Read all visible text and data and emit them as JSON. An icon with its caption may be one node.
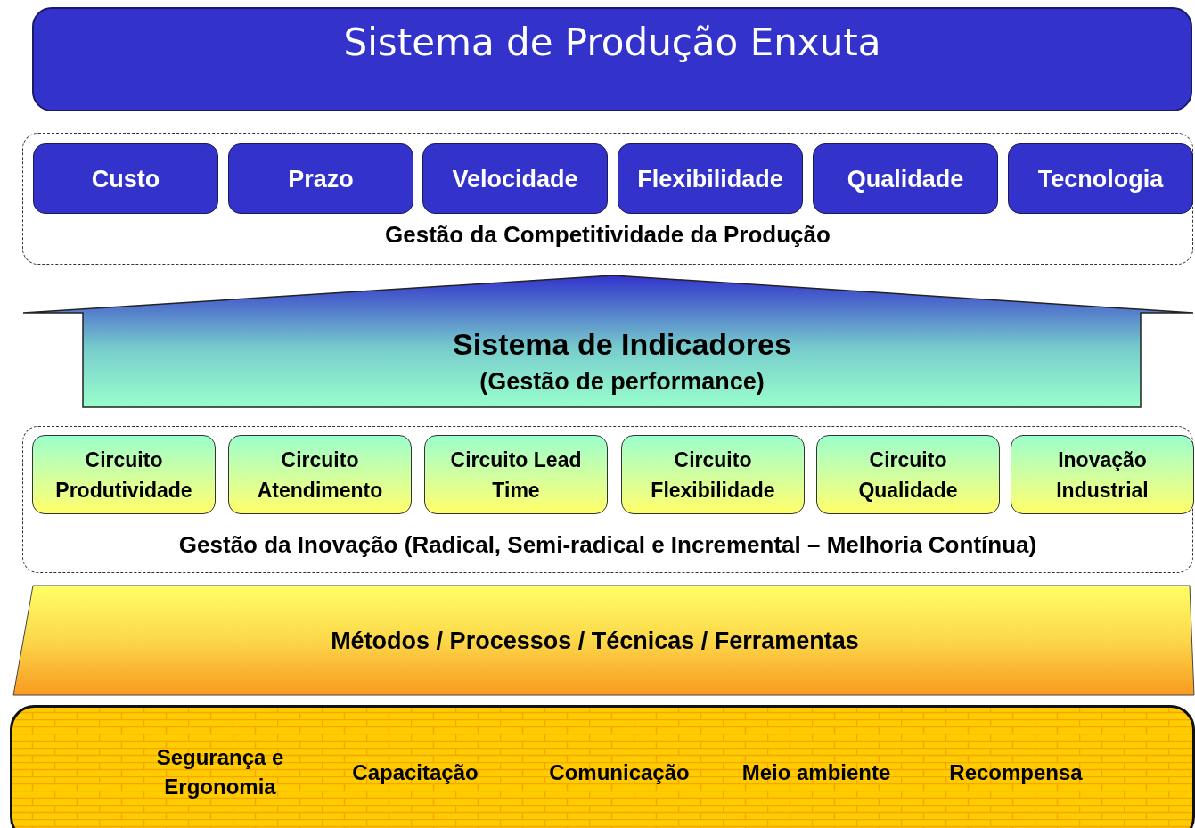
{
  "diagram": {
    "nodes": [
      {
        "text": [
          "Sistema de Produção Enxuta"
        ]
      },
      {
        "text": [
          "Gestão da Competitividade da Produção"
        ]
      },
      {
        "text": [
          "Custo"
        ],
        "in": 1
      },
      {
        "text": [
          "Prazo"
        ],
        "in": 1
      },
      {
        "text": [
          "Velocidade"
        ],
        "in": 1
      },
      {
        "text": [
          "Flexibilidade"
        ],
        "in": 1
      },
      {
        "text": [
          "Qualidade"
        ],
        "in": 1
      },
      {
        "text": [
          "Tecnologia"
        ],
        "in": 1
      },
      {
        "text": [
          "Sistema de Indicadores",
          "(Gestão de performance)"
        ]
      },
      {
        "text": [
          "Gestão da Inovação (Radical, Semi-radical e Incremental – Melhoria Contínua)"
        ]
      },
      {
        "text": [
          "Circuito Produtividade"
        ],
        "in": 9
      },
      {
        "text": [
          "Circuito Atendimento"
        ],
        "in": 9
      },
      {
        "text": [
          "Circuito Lead Time"
        ],
        "in": 9
      },
      {
        "text": [
          "Circuito Flexibilidade"
        ],
        "in": 9
      },
      {
        "text": [
          "Circuito Qualidade"
        ],
        "in": 9
      },
      {
        "text": [
          "Inovação Industrial"
        ],
        "in": 9
      },
      {
        "text": [
          "Métodos / Processos / Técnicas / Ferramentas"
        ]
      },
      {
        "text": [
          "Segurança e Ergonomia",
          "Capacitação",
          "Comunicação",
          "Meio ambiente",
          "Recompensa"
        ]
      }
    ]
  }
}
